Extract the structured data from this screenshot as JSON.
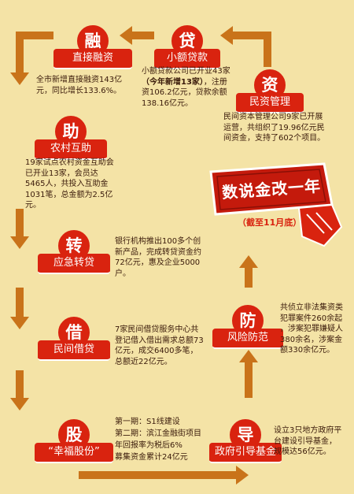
{
  "nodes": {
    "rong": {
      "char": "融",
      "label": "直接融资"
    },
    "dai": {
      "char": "贷",
      "label": "小额贷款"
    },
    "zi": {
      "char": "资",
      "label": "民资管理"
    },
    "zhu": {
      "char": "助",
      "label": "农村互助"
    },
    "zhuan": {
      "char": "转",
      "label": "应急转贷"
    },
    "jie": {
      "char": "借",
      "label": "民间借贷"
    },
    "gu": {
      "char": "股",
      "label": "“幸福股份”"
    },
    "dao": {
      "char": "导",
      "label": "政府引导基金"
    },
    "fang": {
      "char": "防",
      "label": "风险防范"
    }
  },
  "texts": {
    "rong": [
      "全市新增直接融资143亿",
      "元，同比增长133.6%。"
    ],
    "dai_1": "小额贷款公司已开业43家",
    "dai_2": "（今年新增13家）",
    "dai_3": "，注册",
    "dai_4": [
      "资106.2亿元，贷款余额",
      "138.16亿元。"
    ],
    "zi": [
      "民间资本管理公司9家已开展",
      "运营，共组织了19.96亿元民",
      "间资金，支持了602个项目。"
    ],
    "zhu": [
      "19家试点农村资金互助会",
      "已开业13家，会员达",
      "5465人，共投入互助金",
      "1031笔，总金额为2.5亿",
      "元。"
    ],
    "zhuan": [
      "银行机构推出100多个创",
      "新产品，完成转贷资金约",
      "72亿元，惠及企业5000",
      "户。"
    ],
    "jie": [
      "7家民间借贷服务中心共",
      "登记借入借出需求总额73",
      "亿元，成交6400多笔，",
      "总额近22亿元。"
    ],
    "gu": [
      "第一期：S1线建设",
      "第二期：滨江金融街项目",
      "年回报率为税后6%",
      "募集资金累计24亿元"
    ],
    "dao": [
      "设立3只地方政府平",
      "台建设引导基金，",
      "规模达56亿元。"
    ],
    "fang": [
      "共侦立非法集资类",
      "犯罪案件260余起",
      "，涉案犯罪嫌疑人",
      "380余名，涉案金",
      "额330余亿元。"
    ]
  },
  "badge": {
    "title": "数说金改一年",
    "subtitle": "（截至11月底）"
  },
  "colors": {
    "accent": "#d9230f",
    "arrow": "#c9731a",
    "background": "#f4e3a6"
  }
}
